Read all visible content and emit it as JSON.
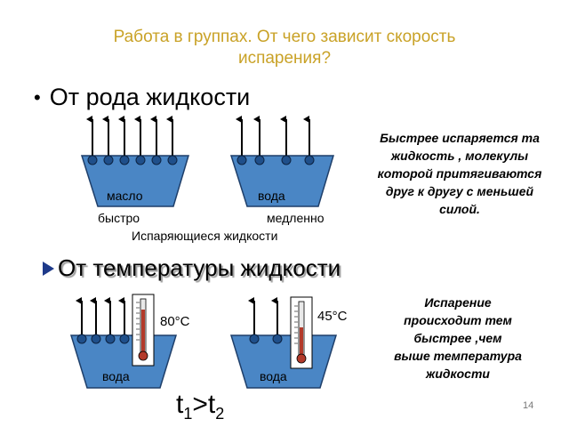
{
  "title": {
    "line1": "Работа в группах. От чего зависит скорость",
    "line2": "испарения?"
  },
  "section1": {
    "bullet": "•",
    "heading": "От рода жидкости",
    "vessels": [
      {
        "liquid_label": "масло",
        "speed_label": "быстро",
        "molecules": 6
      },
      {
        "liquid_label": "вода",
        "speed_label": "медленно",
        "molecules": 4
      }
    ],
    "caption": "Испаряющиеся жидкости",
    "note": [
      "Быстрее испаряется та",
      "жидкость , молекулы",
      "которой притягиваются",
      "друг к другу с меньшей",
      "силой."
    ]
  },
  "section2": {
    "heading": "От температуры жидкости",
    "vessels": [
      {
        "liquid_label": "вода",
        "temperature": "80°C",
        "molecules": 4
      },
      {
        "liquid_label": "вода",
        "temperature": "45°C",
        "molecules": 2
      }
    ],
    "note": [
      "Испарение",
      "происходит тем",
      "быстрее ,чем",
      "выше температура",
      "жидкости"
    ],
    "formula": {
      "left": "t",
      "sub1": "1",
      "op": ">",
      "right": "t",
      "sub2": "2"
    }
  },
  "page_number": "14",
  "colors": {
    "title": "#c9a227",
    "liquid": "#4a86c5",
    "molecule": "#1f4f8a",
    "arrow": "#000000",
    "bullet_arrow": "#1e3a8a"
  }
}
